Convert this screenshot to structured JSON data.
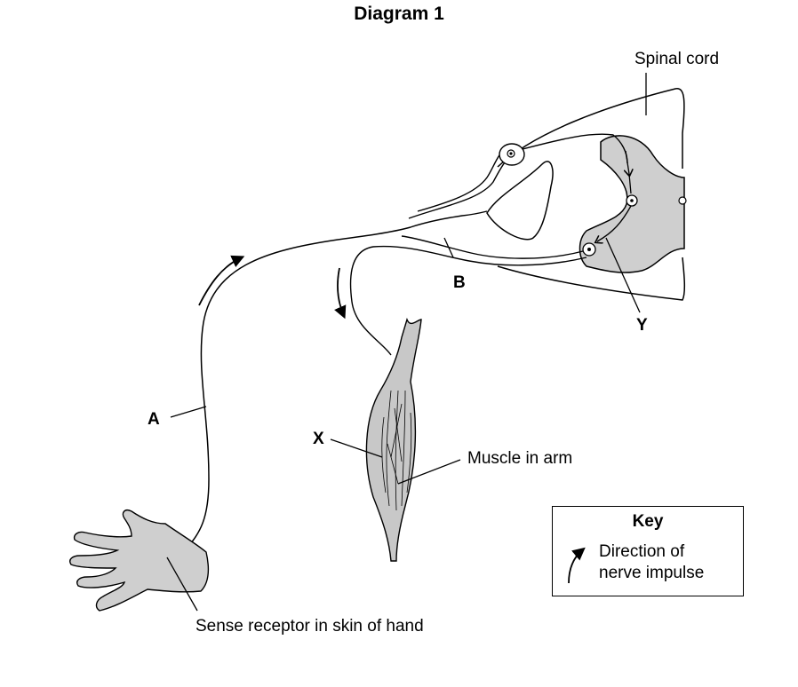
{
  "title": "Diagram 1",
  "labels": {
    "spinal_cord": "Spinal cord",
    "A": "A",
    "B": "B",
    "X": "X",
    "Y": "Y",
    "muscle": "Muscle in arm",
    "receptor": "Sense receptor in skin of hand"
  },
  "key": {
    "title": "Key",
    "line1": "Direction of",
    "line2": "nerve impulse",
    "icon": "curved-arrow-icon"
  },
  "colors": {
    "grey_matter": "#cfcfcf",
    "hand": "#cfcfcf",
    "muscle": "#c8c8c8",
    "line": "#000000"
  }
}
